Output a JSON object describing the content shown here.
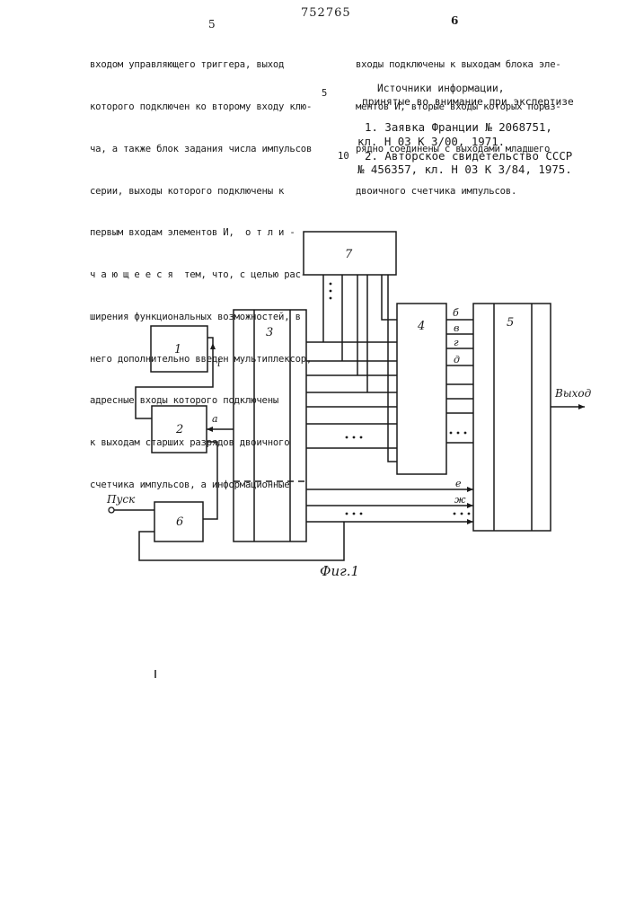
{
  "header": {
    "page_left": "5",
    "patent_number": "752765",
    "page_right": "6"
  },
  "left_column": [
    "входом управляющего триггера, выход",
    "которого подключен ко второму входу клю-",
    "ча, а также блок задания числа импульсов",
    "серии, выходы которого подключены к",
    "первым входам элементов И,  о т л и -",
    "ч а ю щ е е с я  тем, что, с целью рас-",
    "ширения функциональных возможностей, в",
    "него дополнительно введен мультиплексор,",
    "адресные входы которого подключены",
    "к выходам старших разрядов двоичного",
    "счетчика импульсов, а информационные"
  ],
  "line_numbers": {
    "n5": "5",
    "n10": "10"
  },
  "right_column": [
    "входы подключены к выходам блока эле-",
    "ментов И, вторые входы которых пораз-",
    "рядно соединены с выходами младшего",
    "двоичного счетчика импульсов."
  ],
  "sources": {
    "title": "Источники информации,",
    "subtitle": "принятые во внимание при экспертизе",
    "ref1_line1": "1. Заявка Франции № 2068751,",
    "ref1_line2": "кл. Н 03 К 3/00, 1971.",
    "ref2_line1": "2. Авторское свидетельство СССР",
    "ref2_line2": "№ 456357, кл. Н 03 К 3/84, 1975."
  },
  "figure": {
    "blocks": [
      "1",
      "2",
      "3",
      "4",
      "5",
      "6",
      "7"
    ],
    "signals": {
      "a": "а",
      "b": "б",
      "v": "в",
      "g": "г",
      "d": "д",
      "e": "е",
      "zh": "ж",
      "i": "i"
    },
    "input_label": "Пуск",
    "output_label": "Выход",
    "caption": "Фиг.1"
  }
}
